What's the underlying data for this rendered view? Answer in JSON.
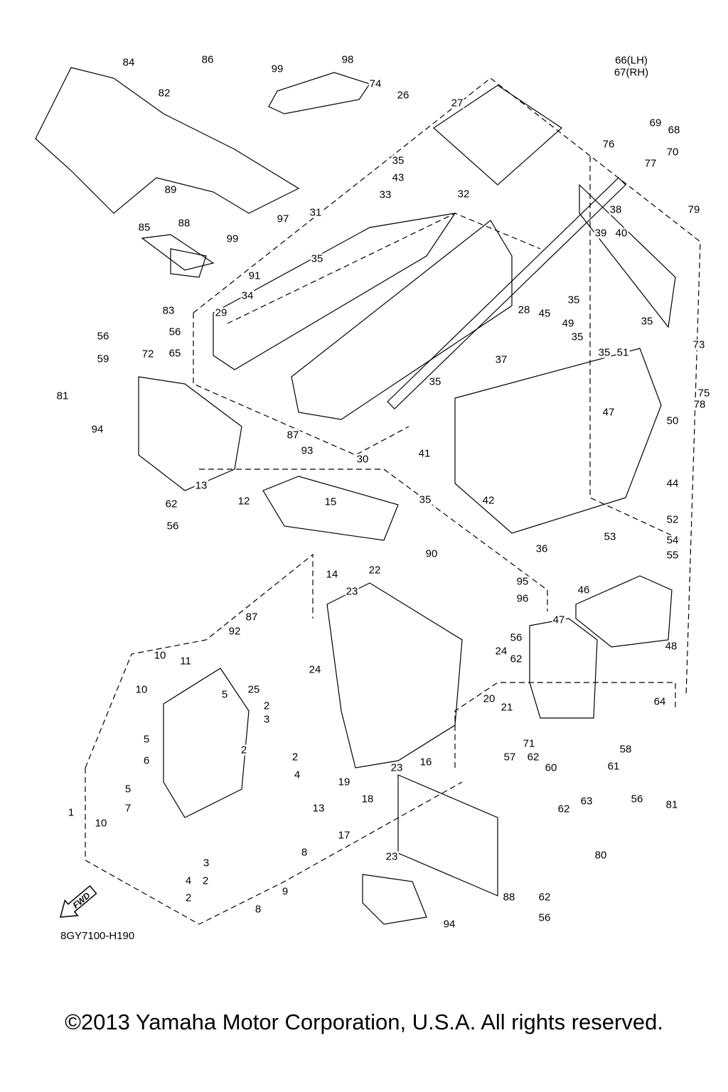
{
  "diagram": {
    "part_code": "8GY7100-H190",
    "copyright": "©2013 Yamaha Motor Corporation, U.S.A. All rights reserved.",
    "fwd_label": "FWD"
  },
  "callouts": [
    "84",
    "86",
    "82",
    "99",
    "98",
    "74",
    "26",
    "27",
    "66(LH)",
    "67(RH)",
    "69",
    "68",
    "76",
    "70",
    "77",
    "35",
    "43",
    "33",
    "32",
    "31",
    "89",
    "88",
    "85",
    "99",
    "97",
    "38",
    "79",
    "39",
    "40",
    "35",
    "91",
    "83",
    "34",
    "29",
    "28",
    "45",
    "35",
    "49",
    "35",
    "35",
    "73",
    "35",
    "51",
    "56",
    "59",
    "56",
    "65",
    "72",
    "81",
    "37",
    "35",
    "75",
    "78",
    "47",
    "50",
    "94",
    "87",
    "93",
    "41",
    "30",
    "35",
    "42",
    "44",
    "62",
    "56",
    "13",
    "12",
    "15",
    "52",
    "53",
    "54",
    "55",
    "36",
    "14",
    "22",
    "90",
    "95",
    "23",
    "96",
    "46",
    "87",
    "92",
    "47",
    "48",
    "56",
    "62",
    "24",
    "10",
    "11",
    "10",
    "24",
    "25",
    "5",
    "2",
    "3",
    "20",
    "21",
    "64",
    "71",
    "5",
    "6",
    "5",
    "7",
    "2",
    "2",
    "4",
    "13",
    "23",
    "57",
    "62",
    "60",
    "61",
    "58",
    "19",
    "18",
    "16",
    "1",
    "10",
    "17",
    "62",
    "63",
    "56",
    "81",
    "23",
    "80",
    "8",
    "3",
    "4",
    "2",
    "2",
    "9",
    "8",
    "88",
    "62",
    "56",
    "94"
  ]
}
